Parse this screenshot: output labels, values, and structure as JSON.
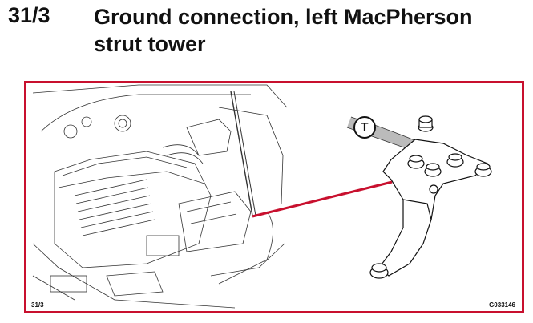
{
  "header": {
    "section_number": "31/3",
    "title_line1": "Ground connection, left MacPherson",
    "title_line2": "strut tower"
  },
  "figure": {
    "callout_label": "T",
    "figure_ref_left": "31/3",
    "figure_ref_right": "G033146",
    "accent_color": "#c8102e",
    "callout_icon": "tool-callout-icon"
  }
}
